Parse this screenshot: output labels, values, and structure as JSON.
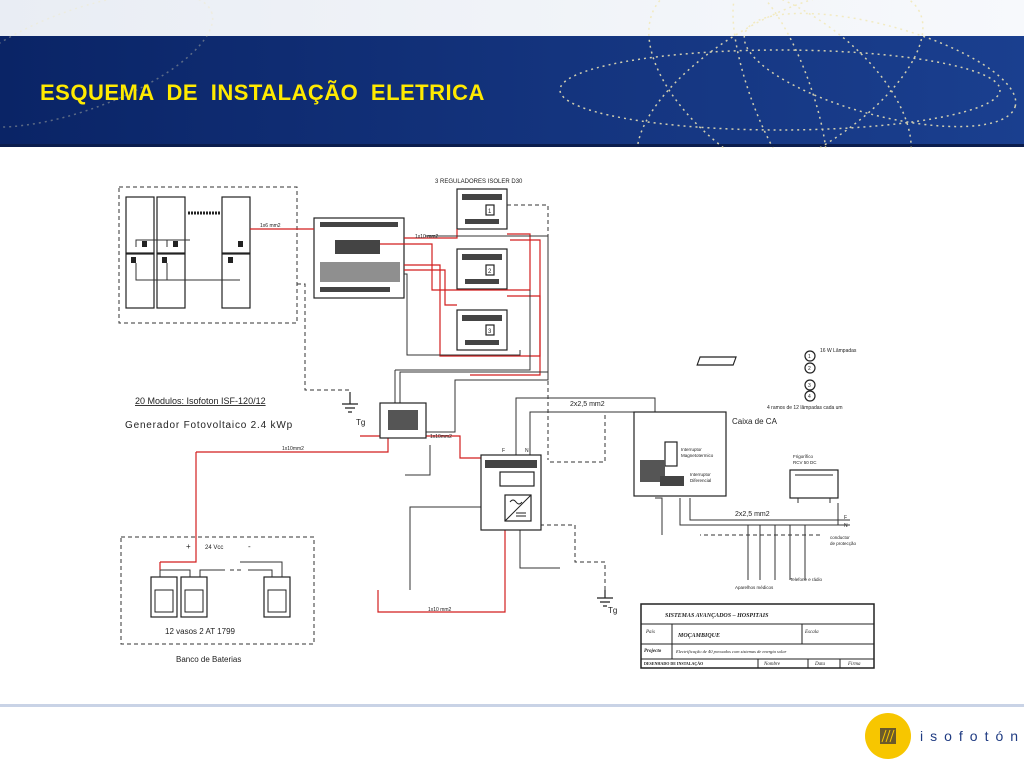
{
  "slide": {
    "title": "ESQUEMA  DE  INSTALAÇÃO  ELETRICA"
  },
  "diagram": {
    "regulators_label": "3 REGULADORES ISOLER D30",
    "modules_label": "20 Modulos: Isofoton ISF-120/12",
    "generator_label": "Generador Fotovoltaico 2.4 kWp",
    "cable_1x6": "1x6 mm2",
    "cable_1x10_top": "1x10 mm2",
    "cable_1x10_mid": "1x10mm2",
    "cable_1x10_left": "1x10mm2",
    "cable_1x10_bottom": "1x10 mm2",
    "cable_2x25_top": "2x2,5 mm2",
    "cable_2x25_bottom": "2x2,5 mm2",
    "ground_label_1": "Tg",
    "ground_label_2": "Tg",
    "caixa_label": "Caixa de CA",
    "interruptor_mag_1": "Interruptor",
    "interruptor_mag_2": "Magnetotermico",
    "interruptor_dif_1": "Interruptor",
    "interruptor_dif_2": "Diferencial",
    "lamp_label": "16 W Lâmpadas",
    "lamp_note": "4 ramos de 12 lâmpadas cada um",
    "fridge_1": "Frigorífico",
    "fridge_2": "RCV 50 DC",
    "conductor_1": "conductor",
    "conductor_2": "de protecção",
    "telefone_label": "Telefone e rádio",
    "aparelhos_label": "Aparelhos médicos",
    "battery_plus": "+",
    "battery_minus": "-",
    "battery_voltage": "24 Vcc",
    "battery_vasos": "12 vasos 2 AT 1799",
    "battery_bank": "Banco de Baterias",
    "label_F1": "F",
    "label_N1": "N",
    "label_F2": "F",
    "label_N2": "N",
    "lamp_numbers": [
      "1",
      "2",
      "3",
      "4"
    ],
    "regulator_numbers": [
      "1",
      "2",
      "3"
    ]
  },
  "title_block": {
    "row1": "SISTEMAS  AVANÇADOS  –  HOSPITAIS",
    "pais_label": "País",
    "pais_value": "MOÇAMBIQUE",
    "escala_label": "Escala",
    "projecto_label": "Projecto",
    "projecto_value": "Electrificação de 40 povoados com sistemas de energia solar",
    "footer_col1": "DESENHADO  DE  INSTALAÇÃO",
    "footer_col2": "Nombre",
    "footer_col3": "Data",
    "footer_col4": "Firma"
  },
  "brand": {
    "logo_text": "isofotón",
    "colors": {
      "header_blue": "#0d2a6e",
      "title_yellow": "#ffea00",
      "logo_yellow": "#f7c600"
    }
  }
}
